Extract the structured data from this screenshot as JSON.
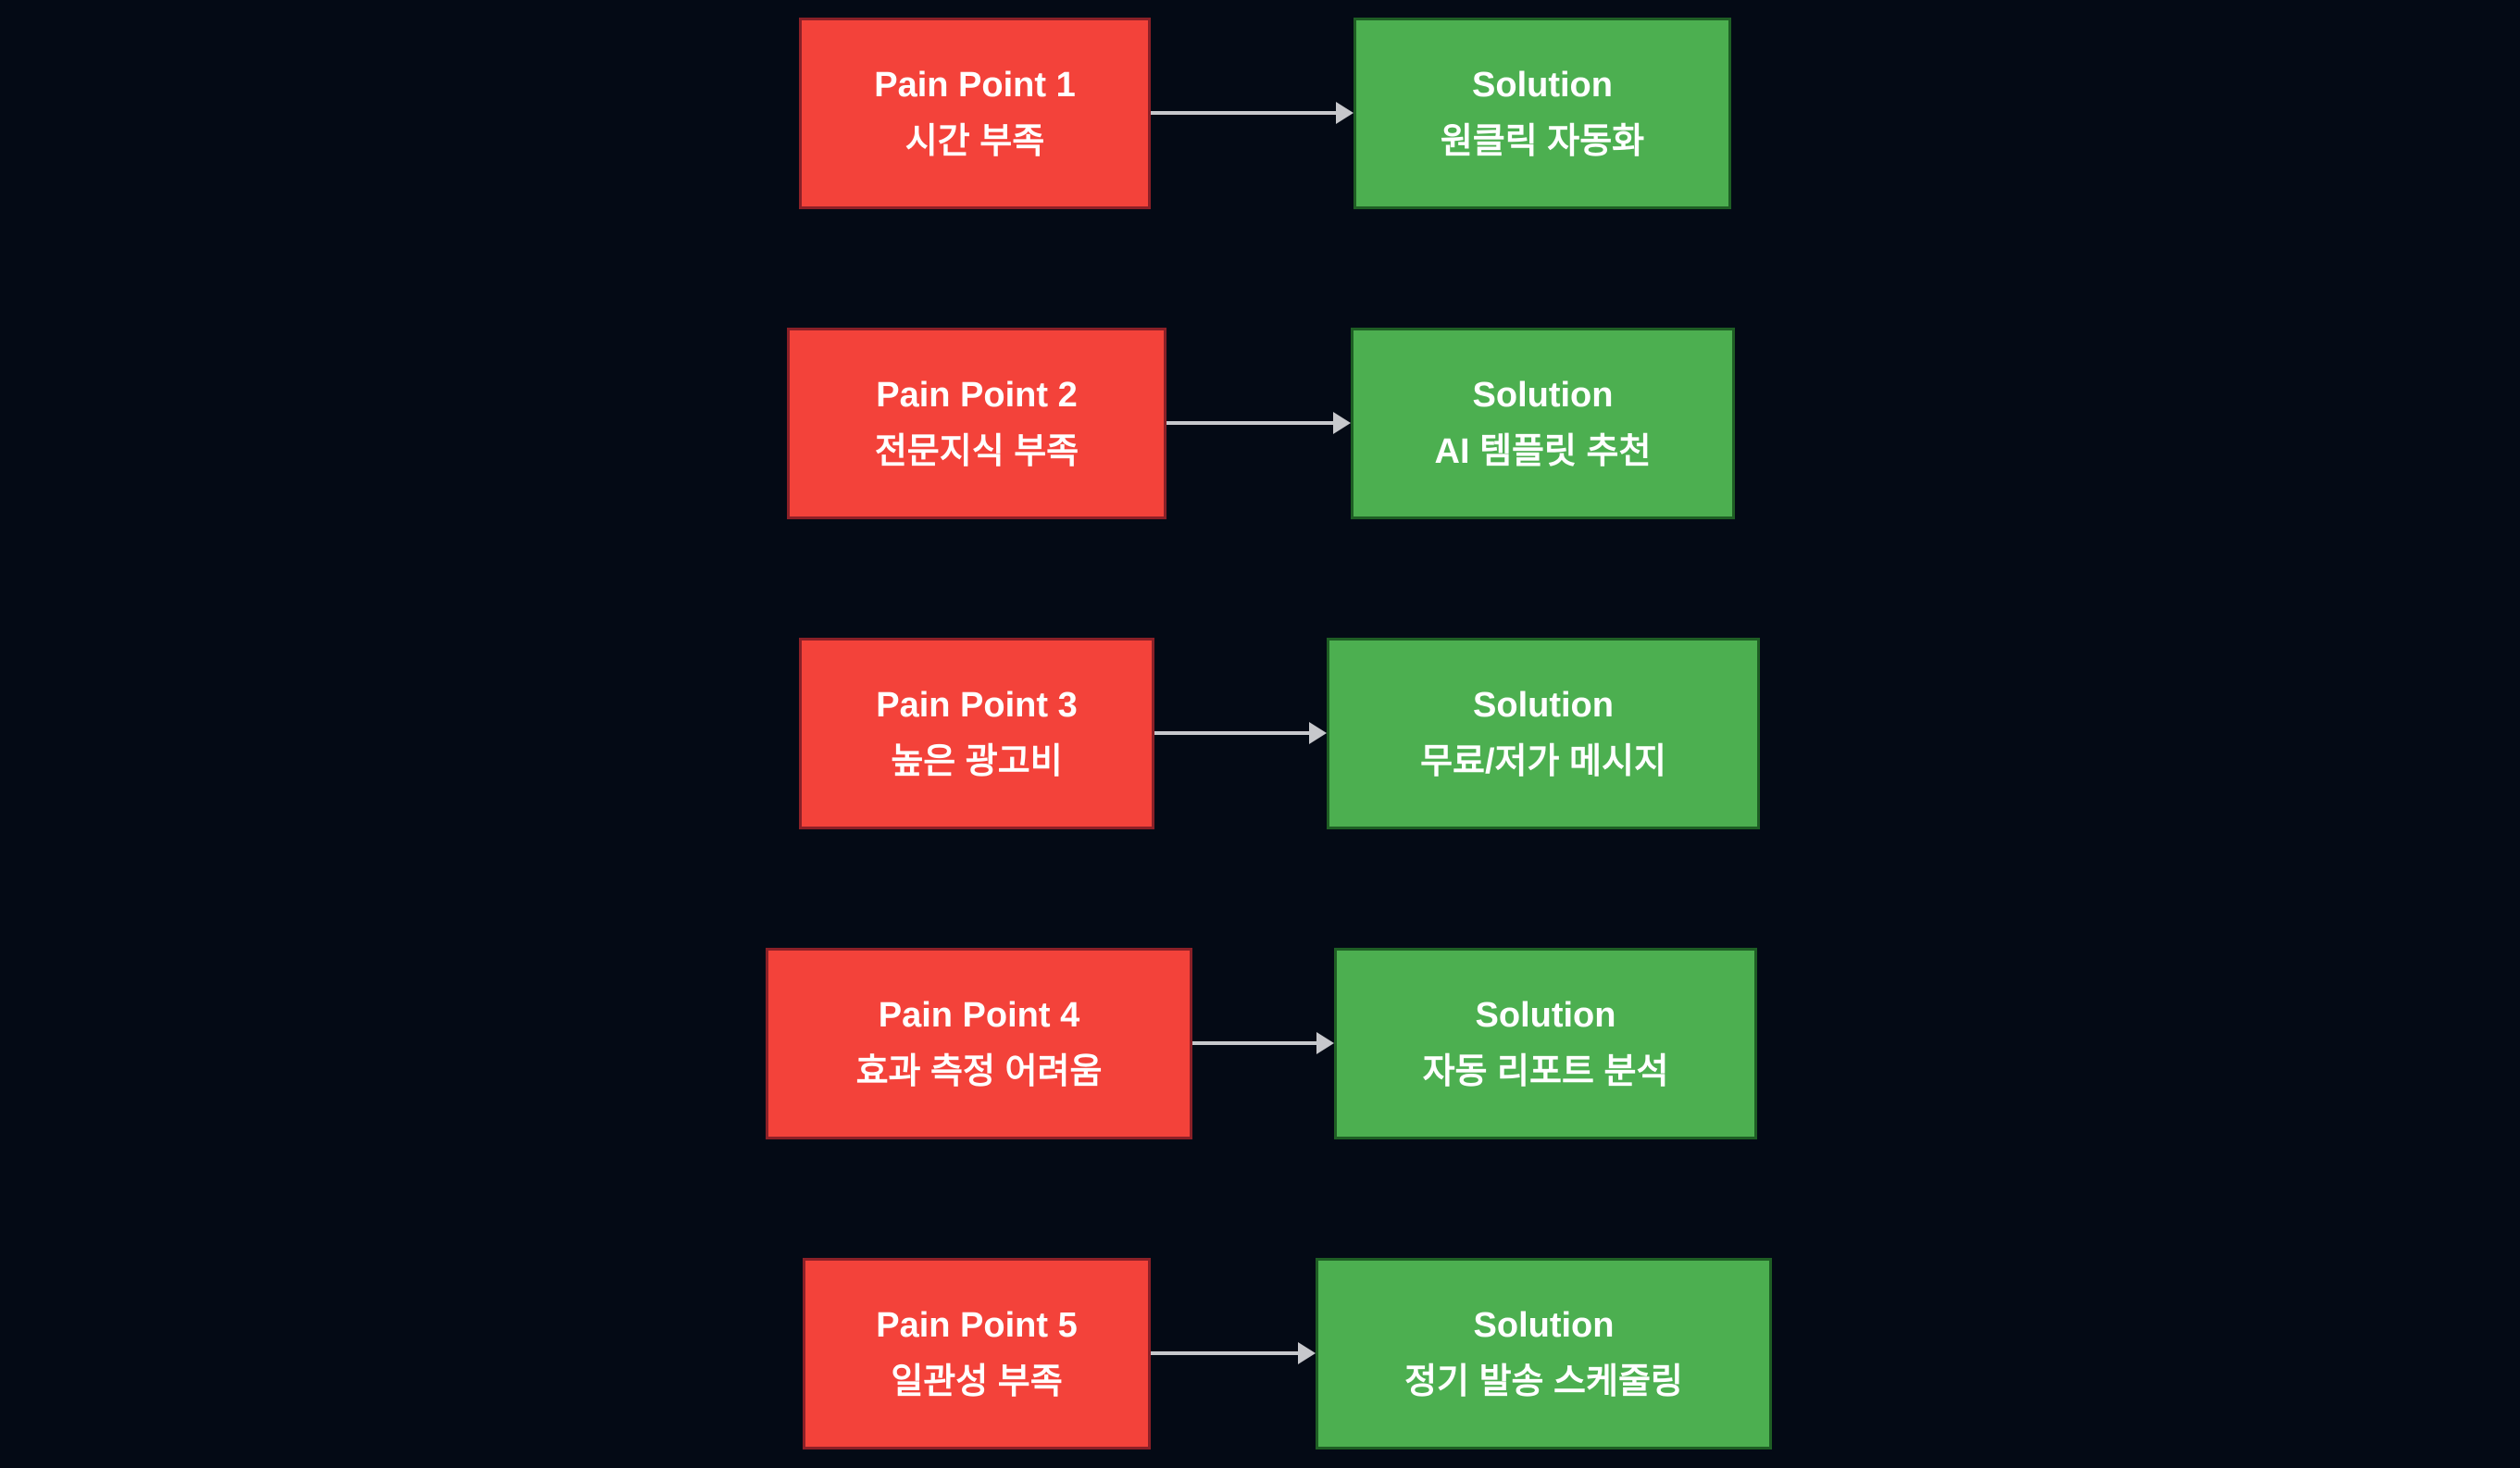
{
  "colors": {
    "background": "#040a15",
    "pain_fill": "#f3423a",
    "pain_border": "#8b2027",
    "solution_fill": "#4caf50",
    "solution_border": "#1e5e24",
    "arrow": "#c7c8cc",
    "text": "#ffffff"
  },
  "diagram": {
    "type": "flowchart",
    "rows": [
      {
        "pain_title": "Pain Point 1",
        "pain_subtitle": "시간 부족",
        "solution_title": "Solution",
        "solution_subtitle": "원클릭 자동화"
      },
      {
        "pain_title": "Pain Point 2",
        "pain_subtitle": "전문지식 부족",
        "solution_title": "Solution",
        "solution_subtitle": "AI 템플릿 추천"
      },
      {
        "pain_title": "Pain Point 3",
        "pain_subtitle": "높은 광고비",
        "solution_title": "Solution",
        "solution_subtitle": "무료/저가 메시지"
      },
      {
        "pain_title": "Pain Point 4",
        "pain_subtitle": "효과 측정 어려움",
        "solution_title": "Solution",
        "solution_subtitle": "자동 리포트 분석"
      },
      {
        "pain_title": "Pain Point 5",
        "pain_subtitle": "일관성 부족",
        "solution_title": "Solution",
        "solution_subtitle": "정기 발송 스케줄링"
      }
    ]
  }
}
